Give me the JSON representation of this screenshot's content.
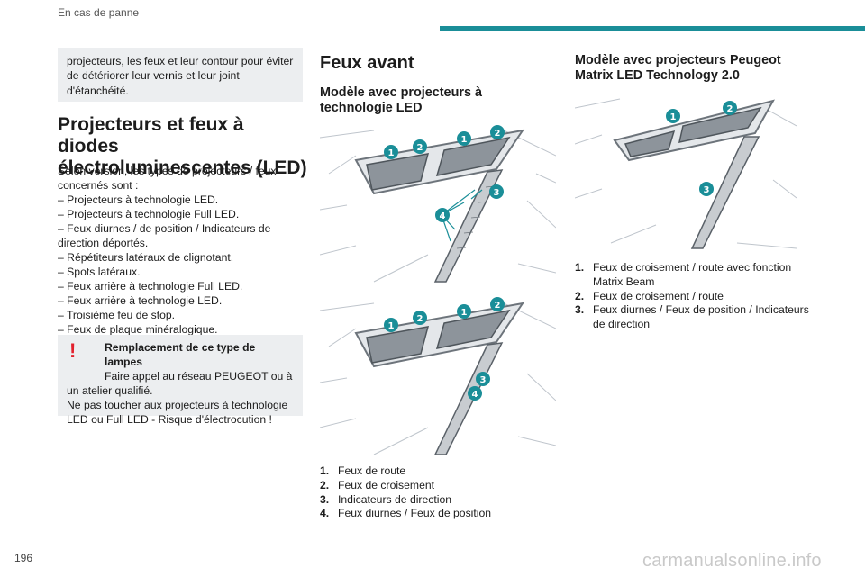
{
  "header": {
    "section": "En cas de panne"
  },
  "left": {
    "continued_text": "projecteurs, les feux et leur contour pour éviter de détériorer leur vernis et leur joint d'étanchéité.",
    "section_title": "Projecteurs et feux à diodes électroluminescentes (LED)",
    "intro": "Selon version, les types de projecteurs / feux concernés sont :",
    "items": [
      "–  Projecteurs à technologie LED.",
      "–  Projecteurs à technologie Full LED.",
      "–  Feux diurnes / de position / Indicateurs de direction déportés.",
      "–  Répétiteurs latéraux de clignotant.",
      "–  Spots latéraux.",
      "–  Feux arrière à technologie Full LED.",
      "–  Feux arrière à technologie LED.",
      "–  Troisième feu de stop.",
      "–  Feux de plaque minéralogique."
    ],
    "warning": {
      "icon": "!",
      "title": "Remplacement de ce type de lampes",
      "line1": "Faire appel au réseau PEUGEOT ou à",
      "line2": "un atelier qualifié.",
      "line3": "Ne pas toucher aux projecteurs à technologie LED ou Full LED - Risque d'électrocution !"
    }
  },
  "middle": {
    "title": "Feux avant",
    "subtitle": "Modèle avec projecteurs à technologie LED",
    "legend": [
      {
        "num": "1.",
        "text": "Feux de route"
      },
      {
        "num": "2.",
        "text": "Feux de croisement"
      },
      {
        "num": "3.",
        "text": "Indicateurs de direction"
      },
      {
        "num": "4.",
        "text": "Feux diurnes / Feux de position"
      }
    ]
  },
  "right": {
    "subtitle": "Modèle avec projecteurs Peugeot Matrix LED Technology 2.0",
    "legend": [
      {
        "num": "1.",
        "text": "Feux de croisement / route avec fonction Matrix Beam"
      },
      {
        "num": "2.",
        "text": "Feux de croisement / route"
      },
      {
        "num": "3.",
        "text": "Feux diurnes / Feux de position / Indicateurs de direction"
      }
    ]
  },
  "figure_labels": {
    "one": "1",
    "two": "2",
    "three": "3",
    "four": "4"
  },
  "page_number": "196",
  "watermark": "carmanualsonline.info",
  "colors": {
    "accent": "#1a8e98",
    "box_bg": "#eceef0",
    "warning": "#e2202d"
  }
}
